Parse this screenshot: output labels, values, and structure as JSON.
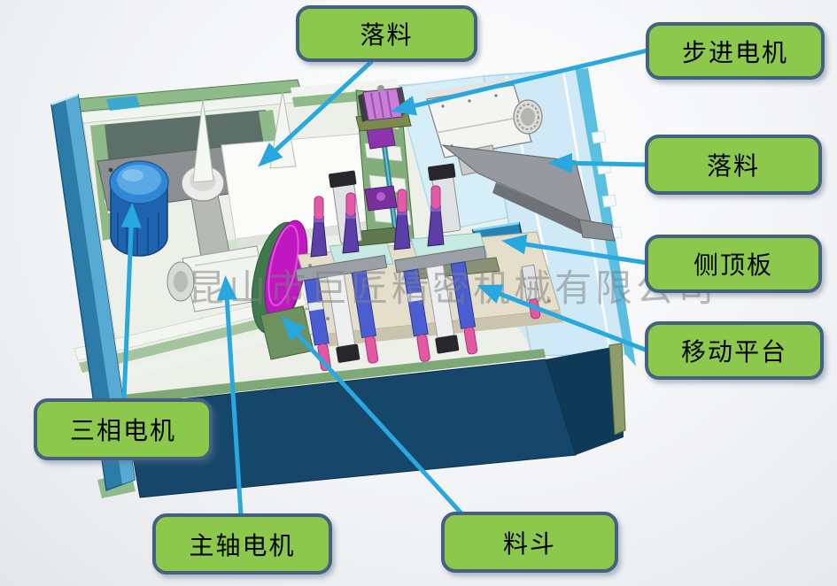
{
  "callouts": [
    {
      "id": "drop-material-top",
      "text": "落料"
    },
    {
      "id": "stepper-motor",
      "text": "步进电机"
    },
    {
      "id": "drop-material-right",
      "text": "落料"
    },
    {
      "id": "side-top-plate",
      "text": "侧顶板"
    },
    {
      "id": "moving-platform",
      "text": "移动平台"
    },
    {
      "id": "three-phase-motor",
      "text": "三相电机"
    },
    {
      "id": "spindle-motor",
      "text": "主轴电机"
    },
    {
      "id": "hopper",
      "text": "料斗"
    }
  ],
  "watermark": {
    "text": "昆山市巨匠精密机械有限公司"
  },
  "colors": {
    "callout_fill": "#8cc84b",
    "callout_border": "#44617f",
    "arrow": "#29a8e0",
    "base_navy": "#16476a",
    "left_wall_teal": "#2d7ba8",
    "glass_cyan": "#d4ecf7",
    "frame_green": "#8fbb8a",
    "platform_beige": "#e4decb",
    "disc_magenta": "#c117c1",
    "motor_blue": "#2f87d6",
    "watermark_gray": "#808080"
  }
}
